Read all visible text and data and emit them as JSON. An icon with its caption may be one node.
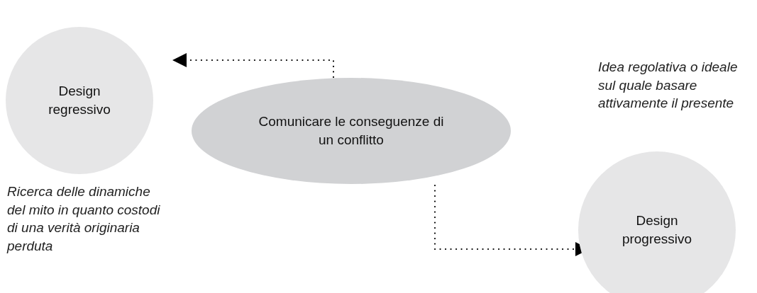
{
  "diagram": {
    "nodes": [
      {
        "text": [
          "Design regressivo"
        ],
        "beside": [
          "Ricerca delle dinamiche del mito in quanto costodi di una verità originaria perduta"
        ]
      },
      {
        "text": [
          "Comunicare le conseguenze di un conflitto"
        ]
      },
      {
        "text": [
          "Design progressivo"
        ],
        "beside": [
          "Idea regolativa o ideale sul quale basare attivamente il presente"
        ]
      }
    ],
    "edges": [
      {
        "from": 1,
        "to": 0,
        "arrow": "to",
        "style": "dashed"
      },
      {
        "from": 1,
        "to": 2,
        "arrow": "to",
        "style": "dashed"
      }
    ]
  }
}
